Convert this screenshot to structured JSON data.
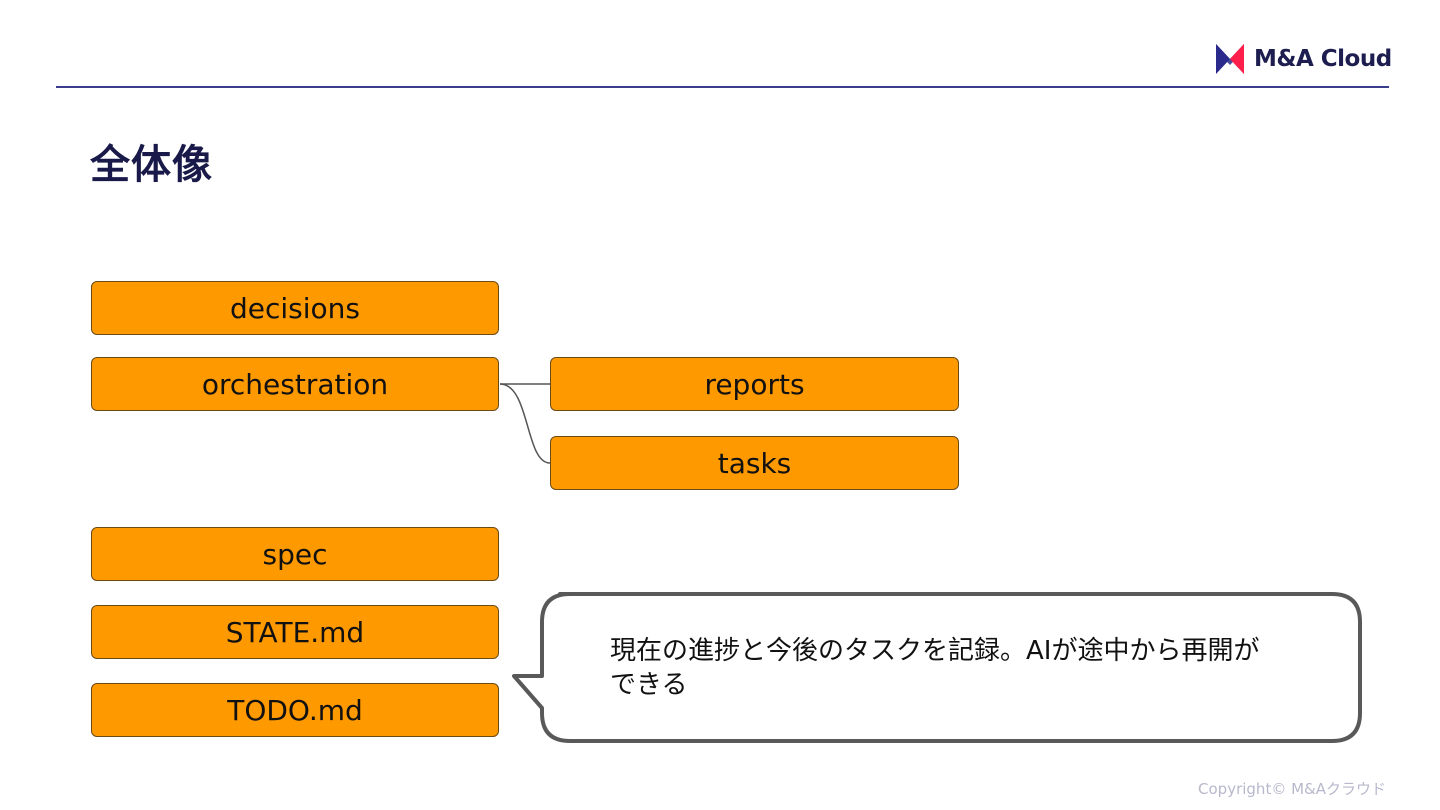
{
  "header": {
    "logo_text": "M&A Cloud",
    "logo_colors": {
      "left": "#2a2a8c",
      "right": "#ff1f4b",
      "text": "#1d1d4f"
    }
  },
  "title": "全体像",
  "tree": {
    "nodes": [
      {
        "id": "decisions",
        "label": "decisions"
      },
      {
        "id": "orchestration",
        "label": "orchestration",
        "children": [
          "reports",
          "tasks"
        ]
      },
      {
        "id": "reports",
        "label": "reports"
      },
      {
        "id": "tasks",
        "label": "tasks"
      },
      {
        "id": "spec",
        "label": "spec"
      },
      {
        "id": "state",
        "label": "STATE.md"
      },
      {
        "id": "todo",
        "label": "TODO.md"
      }
    ],
    "node_color": "#ff9900"
  },
  "callout": {
    "text": "現在の進捗と今後のタスクを記録。AIが途中から再開ができる",
    "points_to": [
      "STATE.md",
      "TODO.md"
    ]
  },
  "footer": {
    "copyright": "Copyright© M&Aクラウド"
  }
}
